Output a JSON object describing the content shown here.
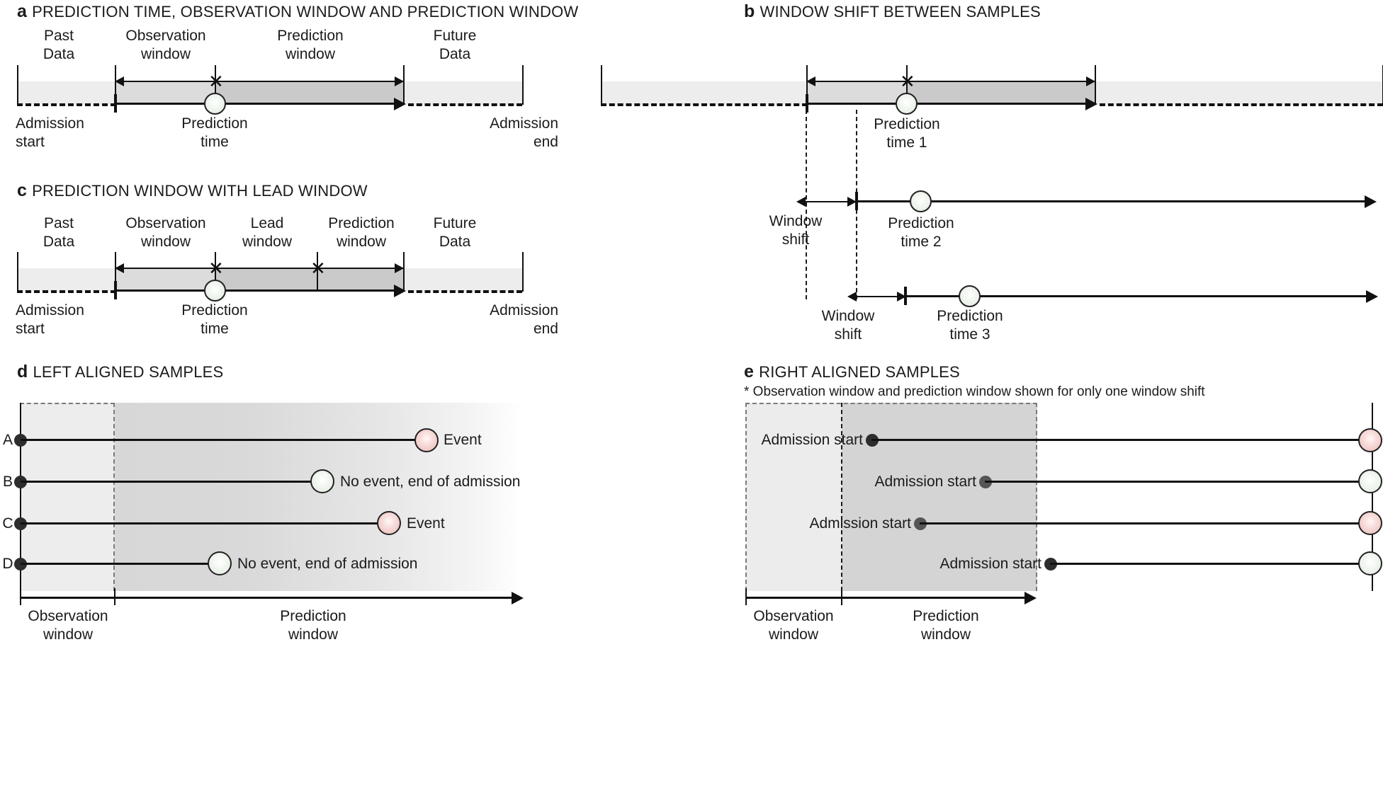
{
  "figure": {
    "panels": [
      {
        "letter": "a",
        "title": "PREDICTION TIME, OBSERVATION WINDOW AND PREDICTION WINDOW"
      },
      {
        "letter": "b",
        "title": "WINDOW SHIFT BETWEEN SAMPLES"
      },
      {
        "letter": "c",
        "title": "PREDICTION WINDOW WITH LEAD WINDOW"
      },
      {
        "letter": "d",
        "title": "LEFT ALIGNED SAMPLES"
      },
      {
        "letter": "e",
        "title": "RIGHT ALIGNED SAMPLES"
      }
    ]
  },
  "panel_a": {
    "letter": "a",
    "title": "PREDICTION TIME, OBSERVATION WINDOW AND PREDICTION WINDOW",
    "top_labels": [
      {
        "line1": "Past",
        "line2": "Data"
      },
      {
        "line1": "Observation",
        "line2": "window"
      },
      {
        "line1": "Prediction",
        "line2": "window"
      },
      {
        "line1": "Future",
        "line2": "Data"
      }
    ],
    "bottom_labels": [
      {
        "line1": "Admission",
        "line2": "start"
      },
      {
        "line1": "Prediction",
        "line2": "time"
      },
      {
        "line1": "Admission",
        "line2": "end"
      }
    ]
  },
  "panel_b": {
    "letter": "b",
    "title": "WINDOW SHIFT BETWEEN SAMPLES",
    "rows": [
      {
        "prediction_label_line1": "Prediction",
        "prediction_label_line2": "time 1",
        "shift_label_line1": "",
        "shift_label_line2": ""
      },
      {
        "prediction_label_line1": "Prediction",
        "prediction_label_line2": "time 2",
        "shift_label_line1": "Window",
        "shift_label_line2": "shift"
      },
      {
        "prediction_label_line1": "Prediction",
        "prediction_label_line2": "time 3",
        "shift_label_line1": "Window",
        "shift_label_line2": "shift"
      }
    ]
  },
  "panel_c": {
    "letter": "c",
    "title": "PREDICTION WINDOW WITH LEAD WINDOW",
    "top_labels": [
      {
        "line1": "Past",
        "line2": "Data"
      },
      {
        "line1": "Observation",
        "line2": "window"
      },
      {
        "line1": "Lead",
        "line2": "window"
      },
      {
        "line1": "Prediction",
        "line2": "window"
      },
      {
        "line1": "Future",
        "line2": "Data"
      }
    ],
    "bottom_labels": [
      {
        "line1": "Admission",
        "line2": "start"
      },
      {
        "line1": "Prediction",
        "line2": "time"
      },
      {
        "line1": "Admission",
        "line2": "end"
      }
    ]
  },
  "panel_d": {
    "letter": "d",
    "title": "LEFT ALIGNED SAMPLES",
    "rows": [
      {
        "id": "A",
        "outcome": "Event",
        "marker": "red"
      },
      {
        "id": "B",
        "outcome": "No event, end of admission",
        "marker": "green"
      },
      {
        "id": "C",
        "outcome": "Event",
        "marker": "red"
      },
      {
        "id": "D",
        "outcome": "No event, end of admission",
        "marker": "green"
      }
    ],
    "axis_labels": [
      {
        "line1": "Observation",
        "line2": "window"
      },
      {
        "line1": "Prediction",
        "line2": "window"
      }
    ]
  },
  "panel_e": {
    "letter": "e",
    "title": "RIGHT ALIGNED SAMPLES",
    "note": "* Observation window and prediction window shown for only one window shift",
    "rows": [
      {
        "label": "Admission start",
        "marker": "red"
      },
      {
        "label": "Admission start",
        "marker": "green"
      },
      {
        "label": "Admission start",
        "marker": "red"
      },
      {
        "label": "Admission start",
        "marker": "green"
      }
    ],
    "axis_labels": [
      {
        "line1": "Observation",
        "line2": "window"
      },
      {
        "line1": "Prediction",
        "line2": "window"
      }
    ]
  },
  "colors": {
    "event": "#eab9b8",
    "no_event": "#dfe9dd",
    "observation_window_fill": "#dcdcdc",
    "prediction_window_fill": "#cacaca",
    "band": "#ededed",
    "line": "#111111"
  }
}
